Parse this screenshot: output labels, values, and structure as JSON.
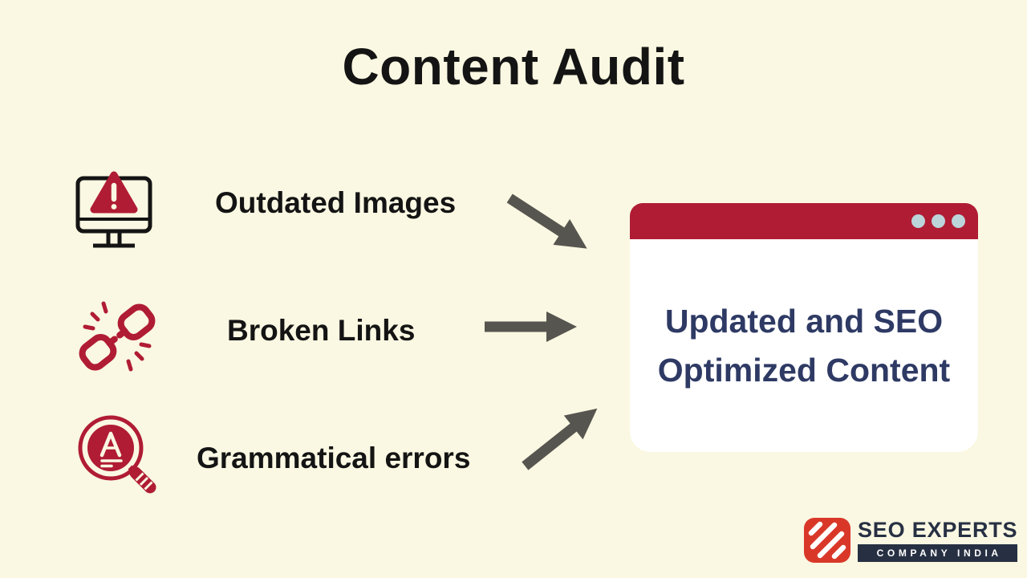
{
  "title": "Content Audit",
  "items": [
    {
      "label": "Outdated Images",
      "icon": "monitor-warning-icon"
    },
    {
      "label": "Broken Links",
      "icon": "broken-link-icon"
    },
    {
      "label": "Grammatical errors",
      "icon": "spellcheck-magnifier-icon"
    }
  ],
  "result_window": {
    "lines": [
      "Updated and SEO",
      "Optimized Content"
    ],
    "controls_dots": 3
  },
  "logo": {
    "brand": "SEO EXPERTS",
    "tagline": "COMPANY INDIA"
  },
  "colors": {
    "background": "#FAF8E2",
    "crimson": "#B01C34",
    "navy_text": "#2E3A64",
    "arrow_gray": "#57554F",
    "window_dot_blue": "#BCD5DB",
    "logo_red": "#D93829",
    "logo_navy": "#273043",
    "text_black": "#141414",
    "window_white": "#FFFFFF"
  }
}
